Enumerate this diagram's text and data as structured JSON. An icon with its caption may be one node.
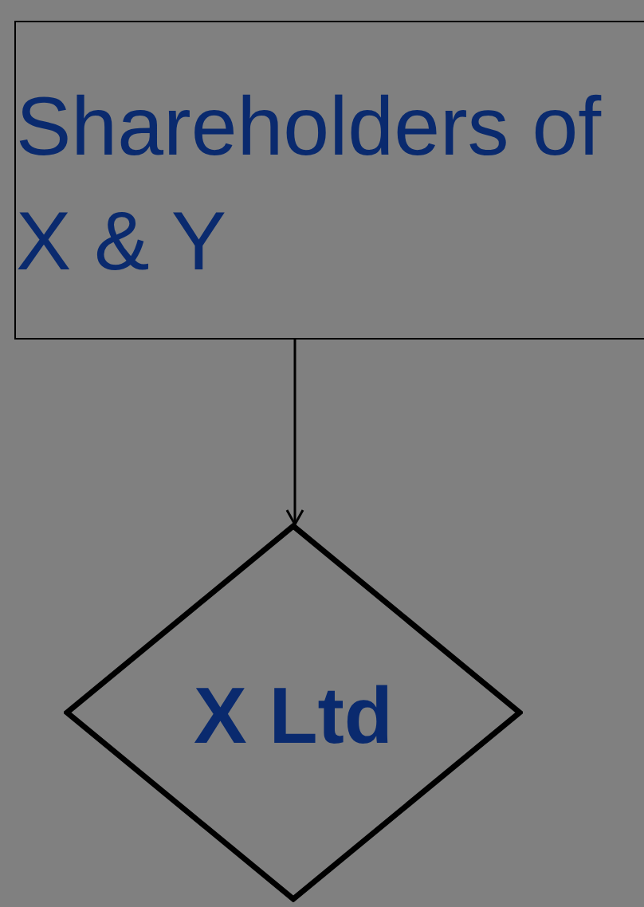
{
  "diagram": {
    "nodes": [
      {
        "text": [
          "Shareholders of X & Y"
        ]
      },
      {
        "text": [
          "X Ltd"
        ]
      }
    ],
    "edges": [
      {
        "from": 0,
        "to": 1,
        "arrow": "to"
      }
    ]
  }
}
